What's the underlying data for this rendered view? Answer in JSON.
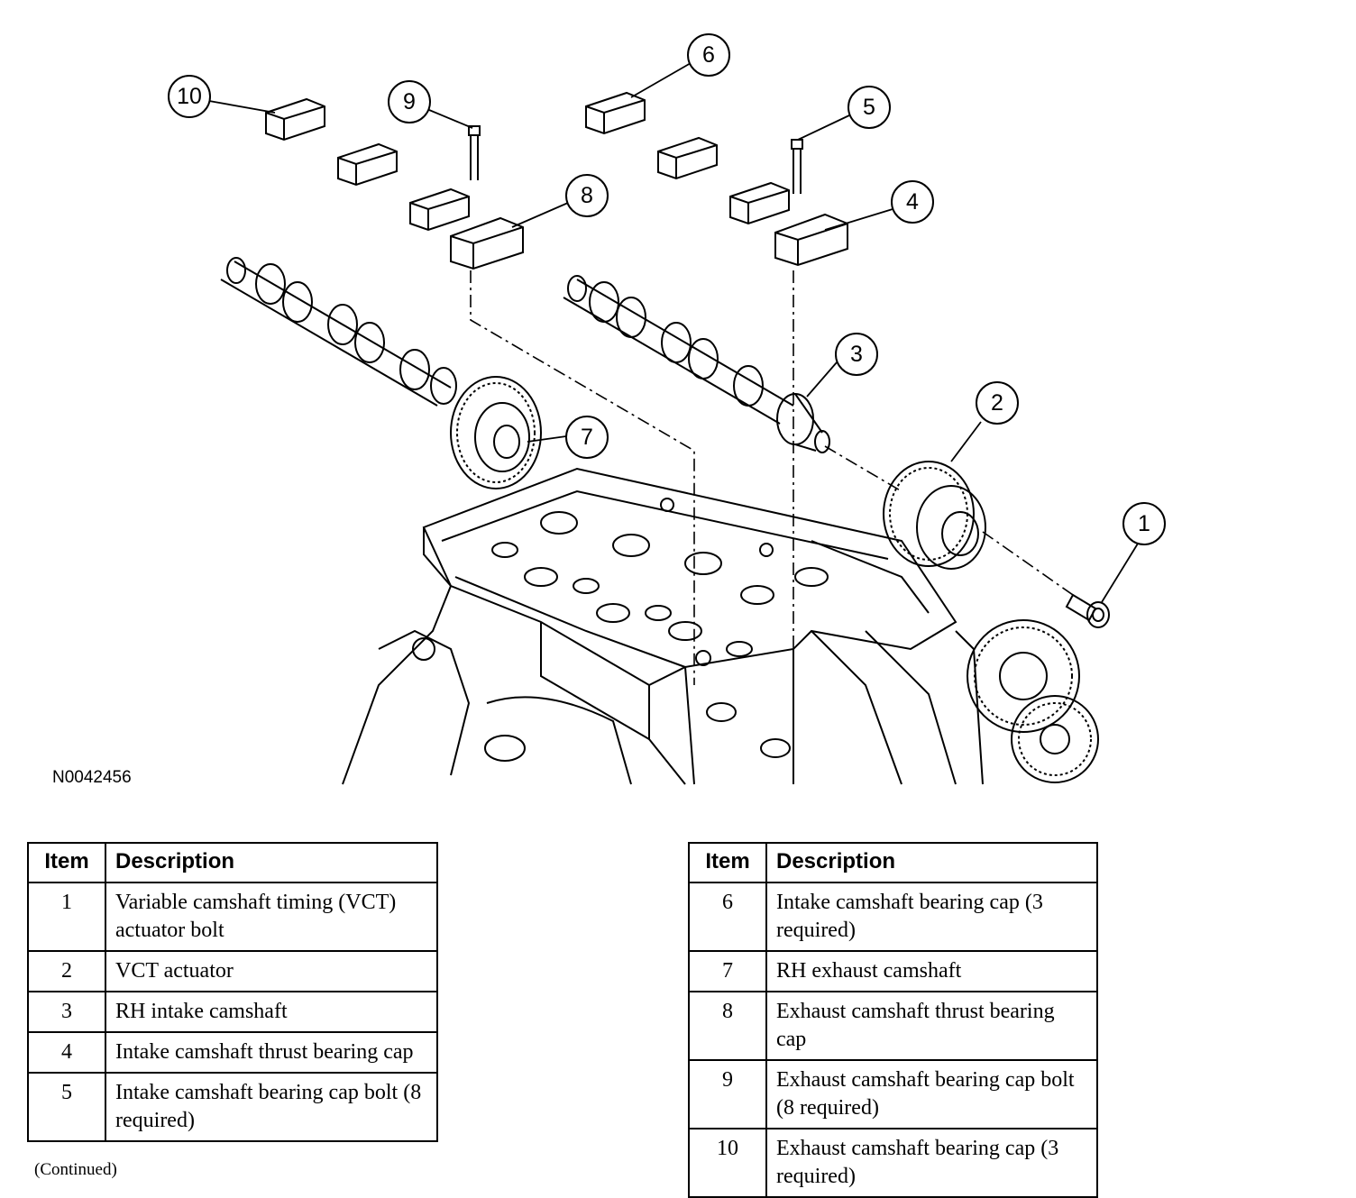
{
  "figure_id": "N0042456",
  "callouts": [
    "1",
    "2",
    "3",
    "4",
    "5",
    "6",
    "7",
    "8",
    "9",
    "10"
  ],
  "tables": [
    {
      "headers": {
        "item": "Item",
        "description": "Description"
      },
      "rows": [
        {
          "item": "1",
          "description": "Variable camshaft timing (VCT) actuator bolt"
        },
        {
          "item": "2",
          "description": "VCT actuator"
        },
        {
          "item": "3",
          "description": "RH intake camshaft"
        },
        {
          "item": "4",
          "description": "Intake camshaft thrust bearing cap"
        },
        {
          "item": "5",
          "description": "Intake camshaft bearing cap bolt (8 required)"
        }
      ],
      "footnote": "(Continued)"
    },
    {
      "headers": {
        "item": "Item",
        "description": "Description"
      },
      "rows": [
        {
          "item": "6",
          "description": "Intake camshaft bearing cap (3 required)"
        },
        {
          "item": "7",
          "description": "RH exhaust camshaft"
        },
        {
          "item": "8",
          "description": "Exhaust camshaft thrust bearing cap"
        },
        {
          "item": "9",
          "description": "Exhaust camshaft bearing cap bolt (8 required)"
        },
        {
          "item": "10",
          "description": "Exhaust camshaft bearing cap (3 required)"
        }
      ]
    }
  ]
}
